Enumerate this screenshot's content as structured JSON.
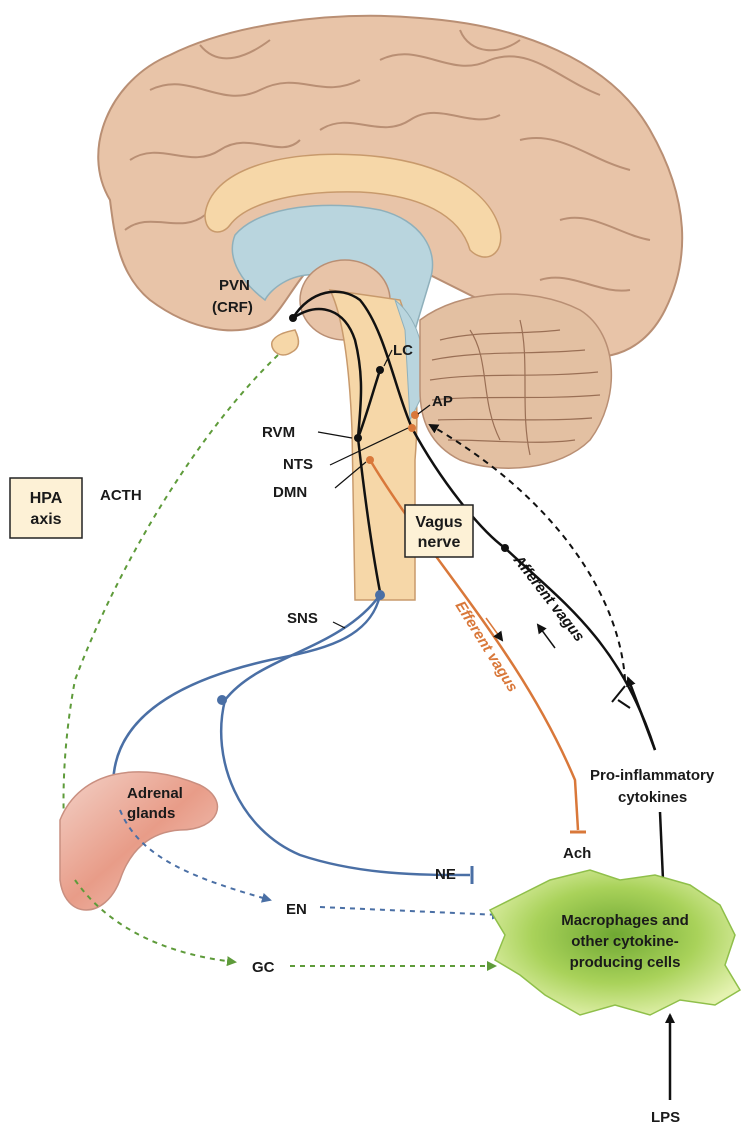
{
  "labels": {
    "pvn": "PVN",
    "crf": "(CRF)",
    "lc": "LC",
    "ap": "AP",
    "rvm": "RVM",
    "nts": "NTS",
    "dmn": "DMN",
    "acth": "ACTH",
    "sns": "SNS",
    "adrenal_line1": "Adrenal",
    "adrenal_line2": "glands",
    "ne": "NE",
    "en": "EN",
    "gc": "GC",
    "ach": "Ach",
    "lps": "LPS",
    "proinflam_line1": "Pro-inflammatory",
    "proinflam_line2": "cytokines",
    "macro_line1": "Macrophages and",
    "macro_line2": "other cytokine-",
    "macro_line3": "producing cells",
    "afferent_vagus": "Afferent vagus",
    "efferent_vagus": "Efferent vagus"
  },
  "boxes": {
    "hpa_line1": "HPA",
    "hpa_line2": "axis",
    "vagus_line1": "Vagus",
    "vagus_line2": "nerve"
  },
  "colors": {
    "brain": "#e8c4a8",
    "brain_outline": "#b98f74",
    "ventricle": "#b9d5de",
    "corpus": "#f6d7a8",
    "black_pathway": "#111111",
    "sns_blue": "#4a6fa5",
    "efferent_orange": "#d9783a",
    "hpa_green": "#5e9b3a",
    "macrophage": "#b7d96a",
    "adrenal": "#e9b7a8",
    "box_fill": "#fdf1d6"
  }
}
